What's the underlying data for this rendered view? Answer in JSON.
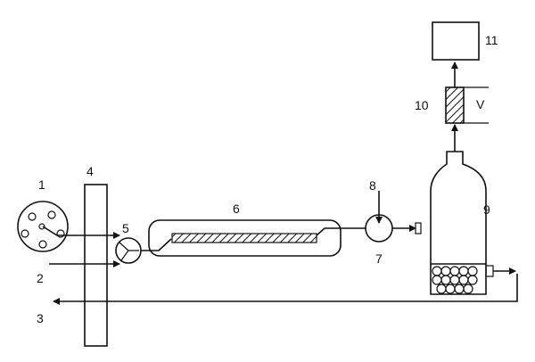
{
  "labels": {
    "l1": "1",
    "l2": "2",
    "l3": "3",
    "l4": "4",
    "l5": "5",
    "l6": "6",
    "l7": "7",
    "l8": "8",
    "l9": "9",
    "l10": "10",
    "l11": "11",
    "v": "V"
  },
  "colors": {
    "stroke": "#111111",
    "background": "#ffffff"
  }
}
